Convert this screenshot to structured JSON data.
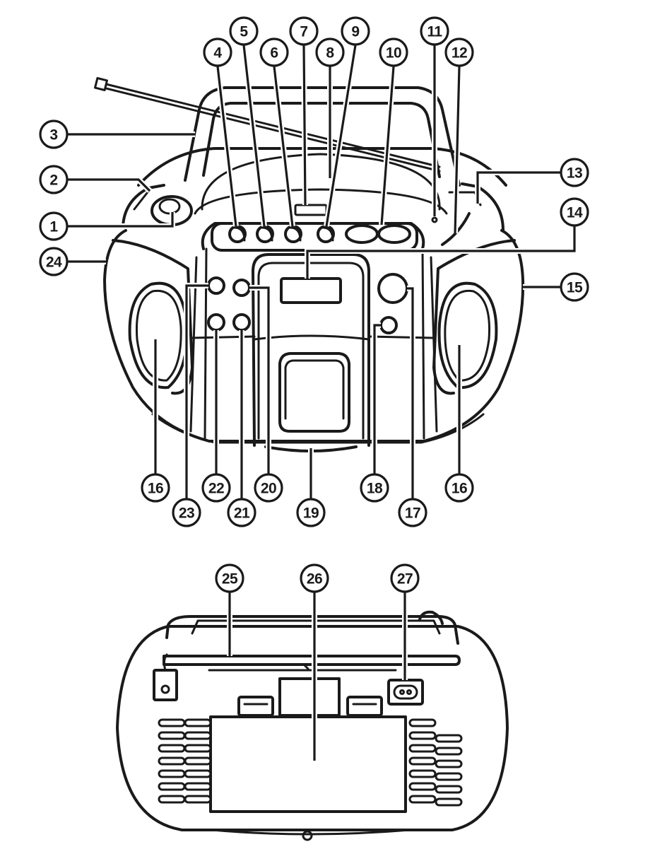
{
  "diagram": {
    "front_view": {
      "callouts": [
        {
          "n": "1"
        },
        {
          "n": "2"
        },
        {
          "n": "3"
        },
        {
          "n": "4"
        },
        {
          "n": "5"
        },
        {
          "n": "6"
        },
        {
          "n": "7"
        },
        {
          "n": "8"
        },
        {
          "n": "9"
        },
        {
          "n": "10"
        },
        {
          "n": "11"
        },
        {
          "n": "12"
        },
        {
          "n": "13"
        },
        {
          "n": "14"
        },
        {
          "n": "15"
        },
        {
          "n": "16"
        },
        {
          "n": "16"
        },
        {
          "n": "17"
        },
        {
          "n": "18"
        },
        {
          "n": "19"
        },
        {
          "n": "20"
        },
        {
          "n": "21"
        },
        {
          "n": "22"
        },
        {
          "n": "23"
        },
        {
          "n": "24"
        }
      ]
    },
    "rear_view": {
      "callouts": [
        {
          "n": "25"
        },
        {
          "n": "26"
        },
        {
          "n": "27"
        }
      ]
    },
    "colors": {
      "line": "#1a1a1a",
      "background": "#ffffff"
    },
    "icons": [
      "boombox-front-icon",
      "boombox-rear-icon"
    ]
  }
}
